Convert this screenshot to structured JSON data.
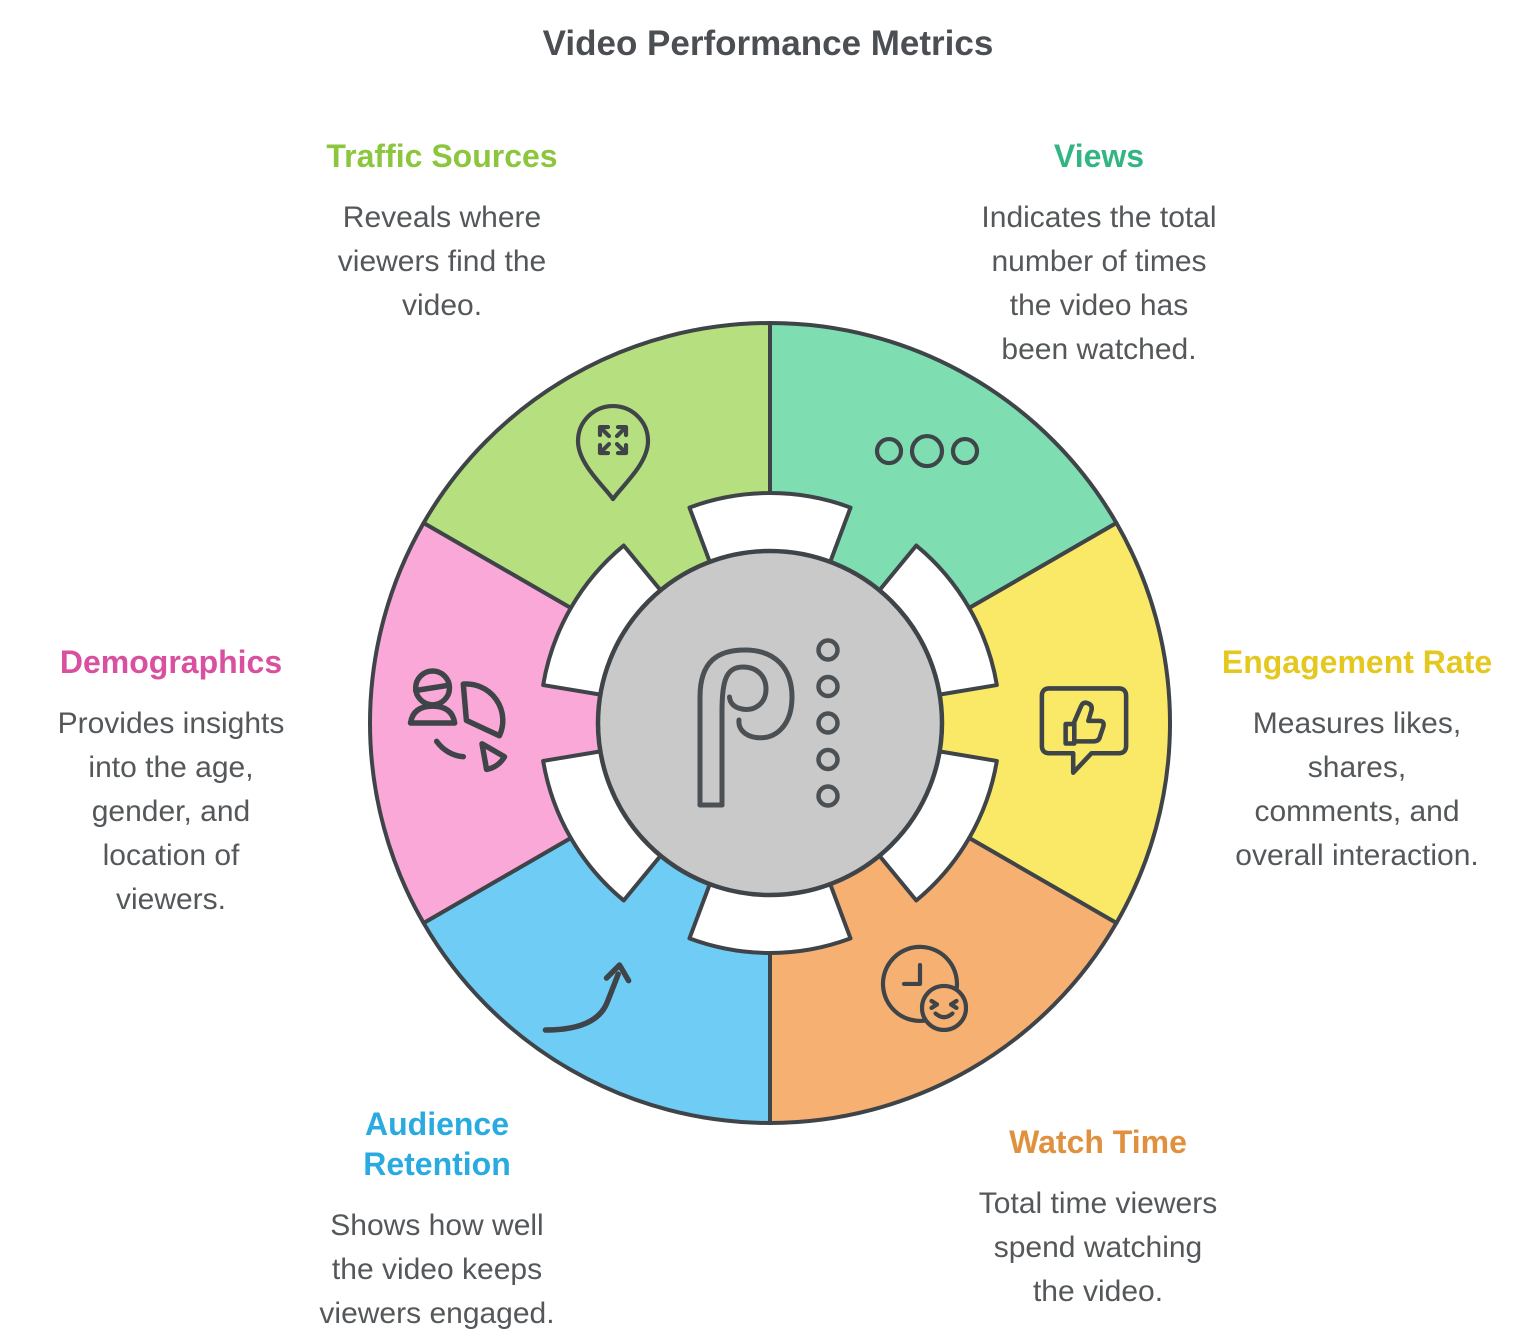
{
  "title": "Video Performance Metrics",
  "colors": {
    "background": "#ffffff",
    "outline": "#3f4449",
    "hub_fill": "#c9c9c9",
    "body_text": "#54585a",
    "title_text": "#4b4f54"
  },
  "center_logo": {
    "letter": "P",
    "dots_count": 5
  },
  "segments": [
    {
      "id": "traffic-sources",
      "label": "Traffic Sources",
      "description": "Reveals where viewers find the video.",
      "description_lines": [
        "Reveals where",
        "viewers find the",
        "video."
      ],
      "color": "#b6e07f",
      "label_color": "#8cc63f",
      "icon": "location-expand"
    },
    {
      "id": "views",
      "label": "Views",
      "description": "Indicates the total number of times the video has been watched.",
      "description_lines": [
        "Indicates the total",
        "number of times",
        "the video has",
        "been watched."
      ],
      "color": "#7fddb2",
      "label_color": "#33b583",
      "icon": "three-circles"
    },
    {
      "id": "engagement-rate",
      "label": "Engagement Rate",
      "description": "Measures likes, shares, comments, and overall interaction.",
      "description_lines": [
        "Measures likes,",
        "shares,",
        "comments, and",
        "overall interaction."
      ],
      "color": "#fae967",
      "label_color": "#e5c81f",
      "icon": "thumbs-up-bubble"
    },
    {
      "id": "watch-time",
      "label": "Watch Time",
      "description": "Total time viewers spend watching the video.",
      "description_lines": [
        "Total time viewers",
        "spend watching",
        "the video."
      ],
      "color": "#f6b172",
      "label_color": "#e0913e",
      "icon": "clock-smiley"
    },
    {
      "id": "audience-retention",
      "label": "Audience Retention",
      "description": "Shows how well the video keeps viewers engaged.",
      "description_lines": [
        "Shows how well",
        "the video keeps",
        "viewers engaged."
      ],
      "color": "#6fccf4",
      "label_color": "#29abe2",
      "icon": "growth-arrow"
    },
    {
      "id": "demographics",
      "label": "Demographics",
      "description": "Provides insights into the age, gender, and location of viewers.",
      "description_lines": [
        "Provides insights",
        "into the age,",
        "gender, and",
        "location of",
        "viewers."
      ],
      "color": "#f9a8d7",
      "label_color": "#d8509f",
      "icon": "person-pie"
    }
  ]
}
